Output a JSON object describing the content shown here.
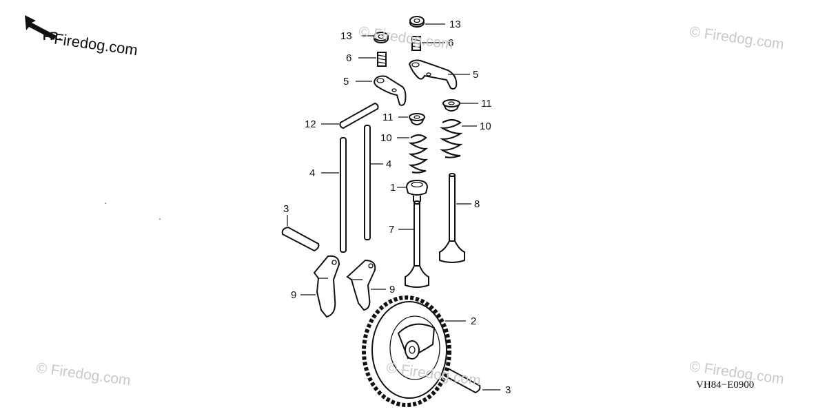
{
  "diagram": {
    "watermark": "Firedog.com",
    "front_marker": "FR.",
    "drawing_code": "VH84−E0900",
    "callouts": [
      {
        "id": "c13a",
        "label": "13"
      },
      {
        "id": "c13b",
        "label": "13"
      },
      {
        "id": "c6a",
        "label": "6"
      },
      {
        "id": "c6b",
        "label": "6"
      },
      {
        "id": "c5a",
        "label": "5"
      },
      {
        "id": "c5b",
        "label": "5"
      },
      {
        "id": "c11a",
        "label": "11"
      },
      {
        "id": "c11b",
        "label": "11"
      },
      {
        "id": "c10a",
        "label": "10"
      },
      {
        "id": "c10b",
        "label": "10"
      },
      {
        "id": "c12",
        "label": "12"
      },
      {
        "id": "c4a",
        "label": "4"
      },
      {
        "id": "c4b",
        "label": "4"
      },
      {
        "id": "c1",
        "label": "1"
      },
      {
        "id": "c8",
        "label": "8"
      },
      {
        "id": "c7",
        "label": "7"
      },
      {
        "id": "c3a",
        "label": "3"
      },
      {
        "id": "c3b",
        "label": "3"
      },
      {
        "id": "c9a",
        "label": "9"
      },
      {
        "id": "c9b",
        "label": "9"
      },
      {
        "id": "c2",
        "label": "2"
      }
    ]
  },
  "colors": {
    "ink": "#111111",
    "watermark": "#c9c9c9",
    "background": "#ffffff"
  }
}
